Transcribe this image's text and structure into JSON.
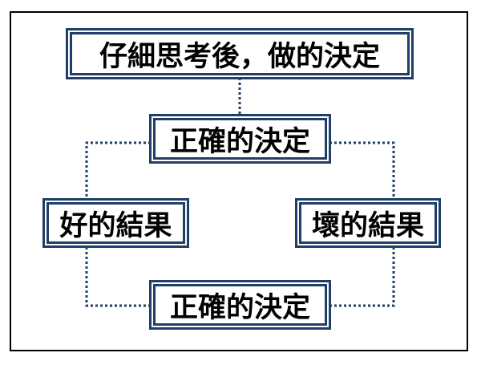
{
  "diagram": {
    "nodes": {
      "top": "仔細思考後，做的決定",
      "decision_1": "正確的決定",
      "good_result": "好的結果",
      "bad_result": "壞的結果",
      "decision_2": "正確的決定"
    },
    "edges": [
      {
        "from": "top",
        "to": "decision_1",
        "style": "dotted"
      },
      {
        "from": "decision_1",
        "to": "good_result",
        "style": "dotted"
      },
      {
        "from": "decision_1",
        "to": "bad_result",
        "style": "dotted"
      },
      {
        "from": "good_result",
        "to": "decision_2",
        "style": "dotted"
      },
      {
        "from": "bad_result",
        "to": "decision_2",
        "style": "dotted"
      }
    ],
    "colors": {
      "box_border": "#1f3f66",
      "connector": "#1f3f66",
      "frame": "#000000"
    }
  }
}
